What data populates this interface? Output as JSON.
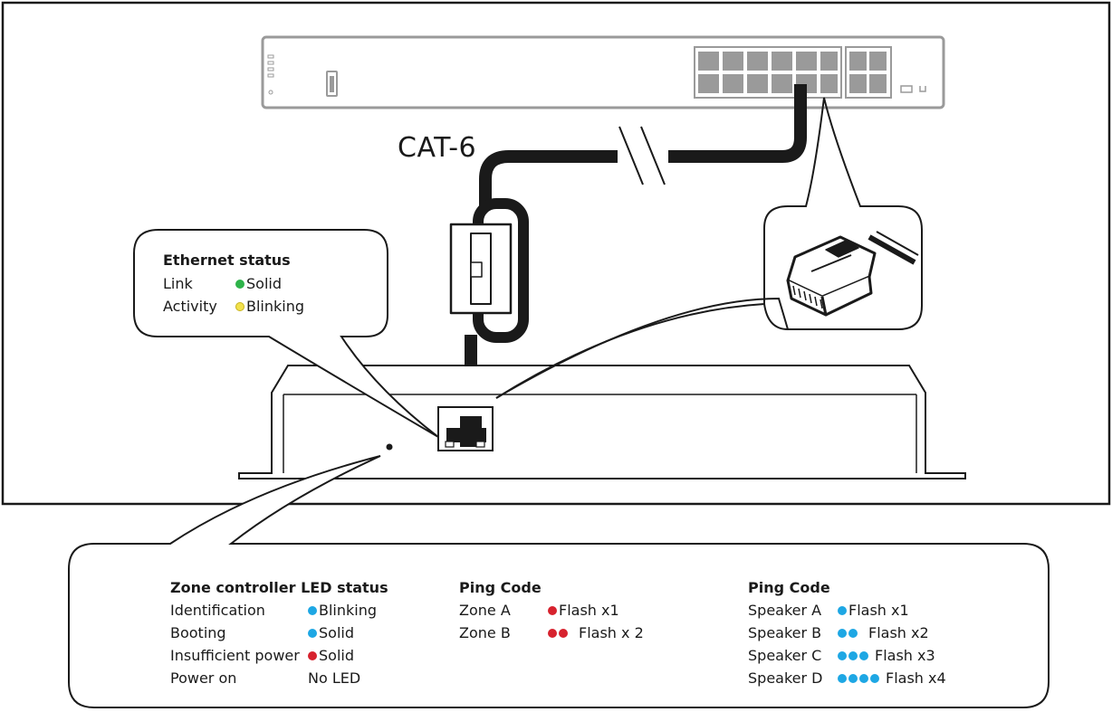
{
  "cable_label": "CAT-6",
  "colors": {
    "green": "#2eb34a",
    "yellow": "#f2e14a",
    "blue": "#1ea7e4",
    "red": "#d7222e",
    "line": "#1a1a1a"
  },
  "ethernet": {
    "title": "Ethernet status",
    "rows": [
      {
        "label": "Link",
        "dot": "green",
        "value": "Solid"
      },
      {
        "label": "Activity",
        "dot": "yellow",
        "value": "Blinking"
      }
    ]
  },
  "zone_led": {
    "title": "Zone controller LED status",
    "rows": [
      {
        "label": "Identification",
        "dot": "blue",
        "value": "Blinking"
      },
      {
        "label": "Booting",
        "dot": "blue",
        "value": "Solid"
      },
      {
        "label": "Insufficient power",
        "dot": "red",
        "value": "Solid"
      },
      {
        "label": "Power on",
        "dot": "",
        "value": "No LED"
      }
    ]
  },
  "ping_zone": {
    "title": "Ping Code",
    "rows": [
      {
        "label": "Zone A",
        "dot_color": "red",
        "dot_count": 1,
        "value": "Flash x1"
      },
      {
        "label": "Zone B",
        "dot_color": "red",
        "dot_count": 2,
        "value": "Flash x 2"
      }
    ]
  },
  "ping_speaker": {
    "title": "Ping Code",
    "rows": [
      {
        "label": "Speaker A",
        "dot_color": "blue",
        "dot_count": 1,
        "value": "Flash x1"
      },
      {
        "label": "Speaker B",
        "dot_color": "blue",
        "dot_count": 2,
        "value": "Flash x2"
      },
      {
        "label": "Speaker C",
        "dot_color": "blue",
        "dot_count": 3,
        "value": "Flash x3"
      },
      {
        "label": "Speaker D",
        "dot_color": "blue",
        "dot_count": 4,
        "value": "Flash x4"
      }
    ]
  }
}
